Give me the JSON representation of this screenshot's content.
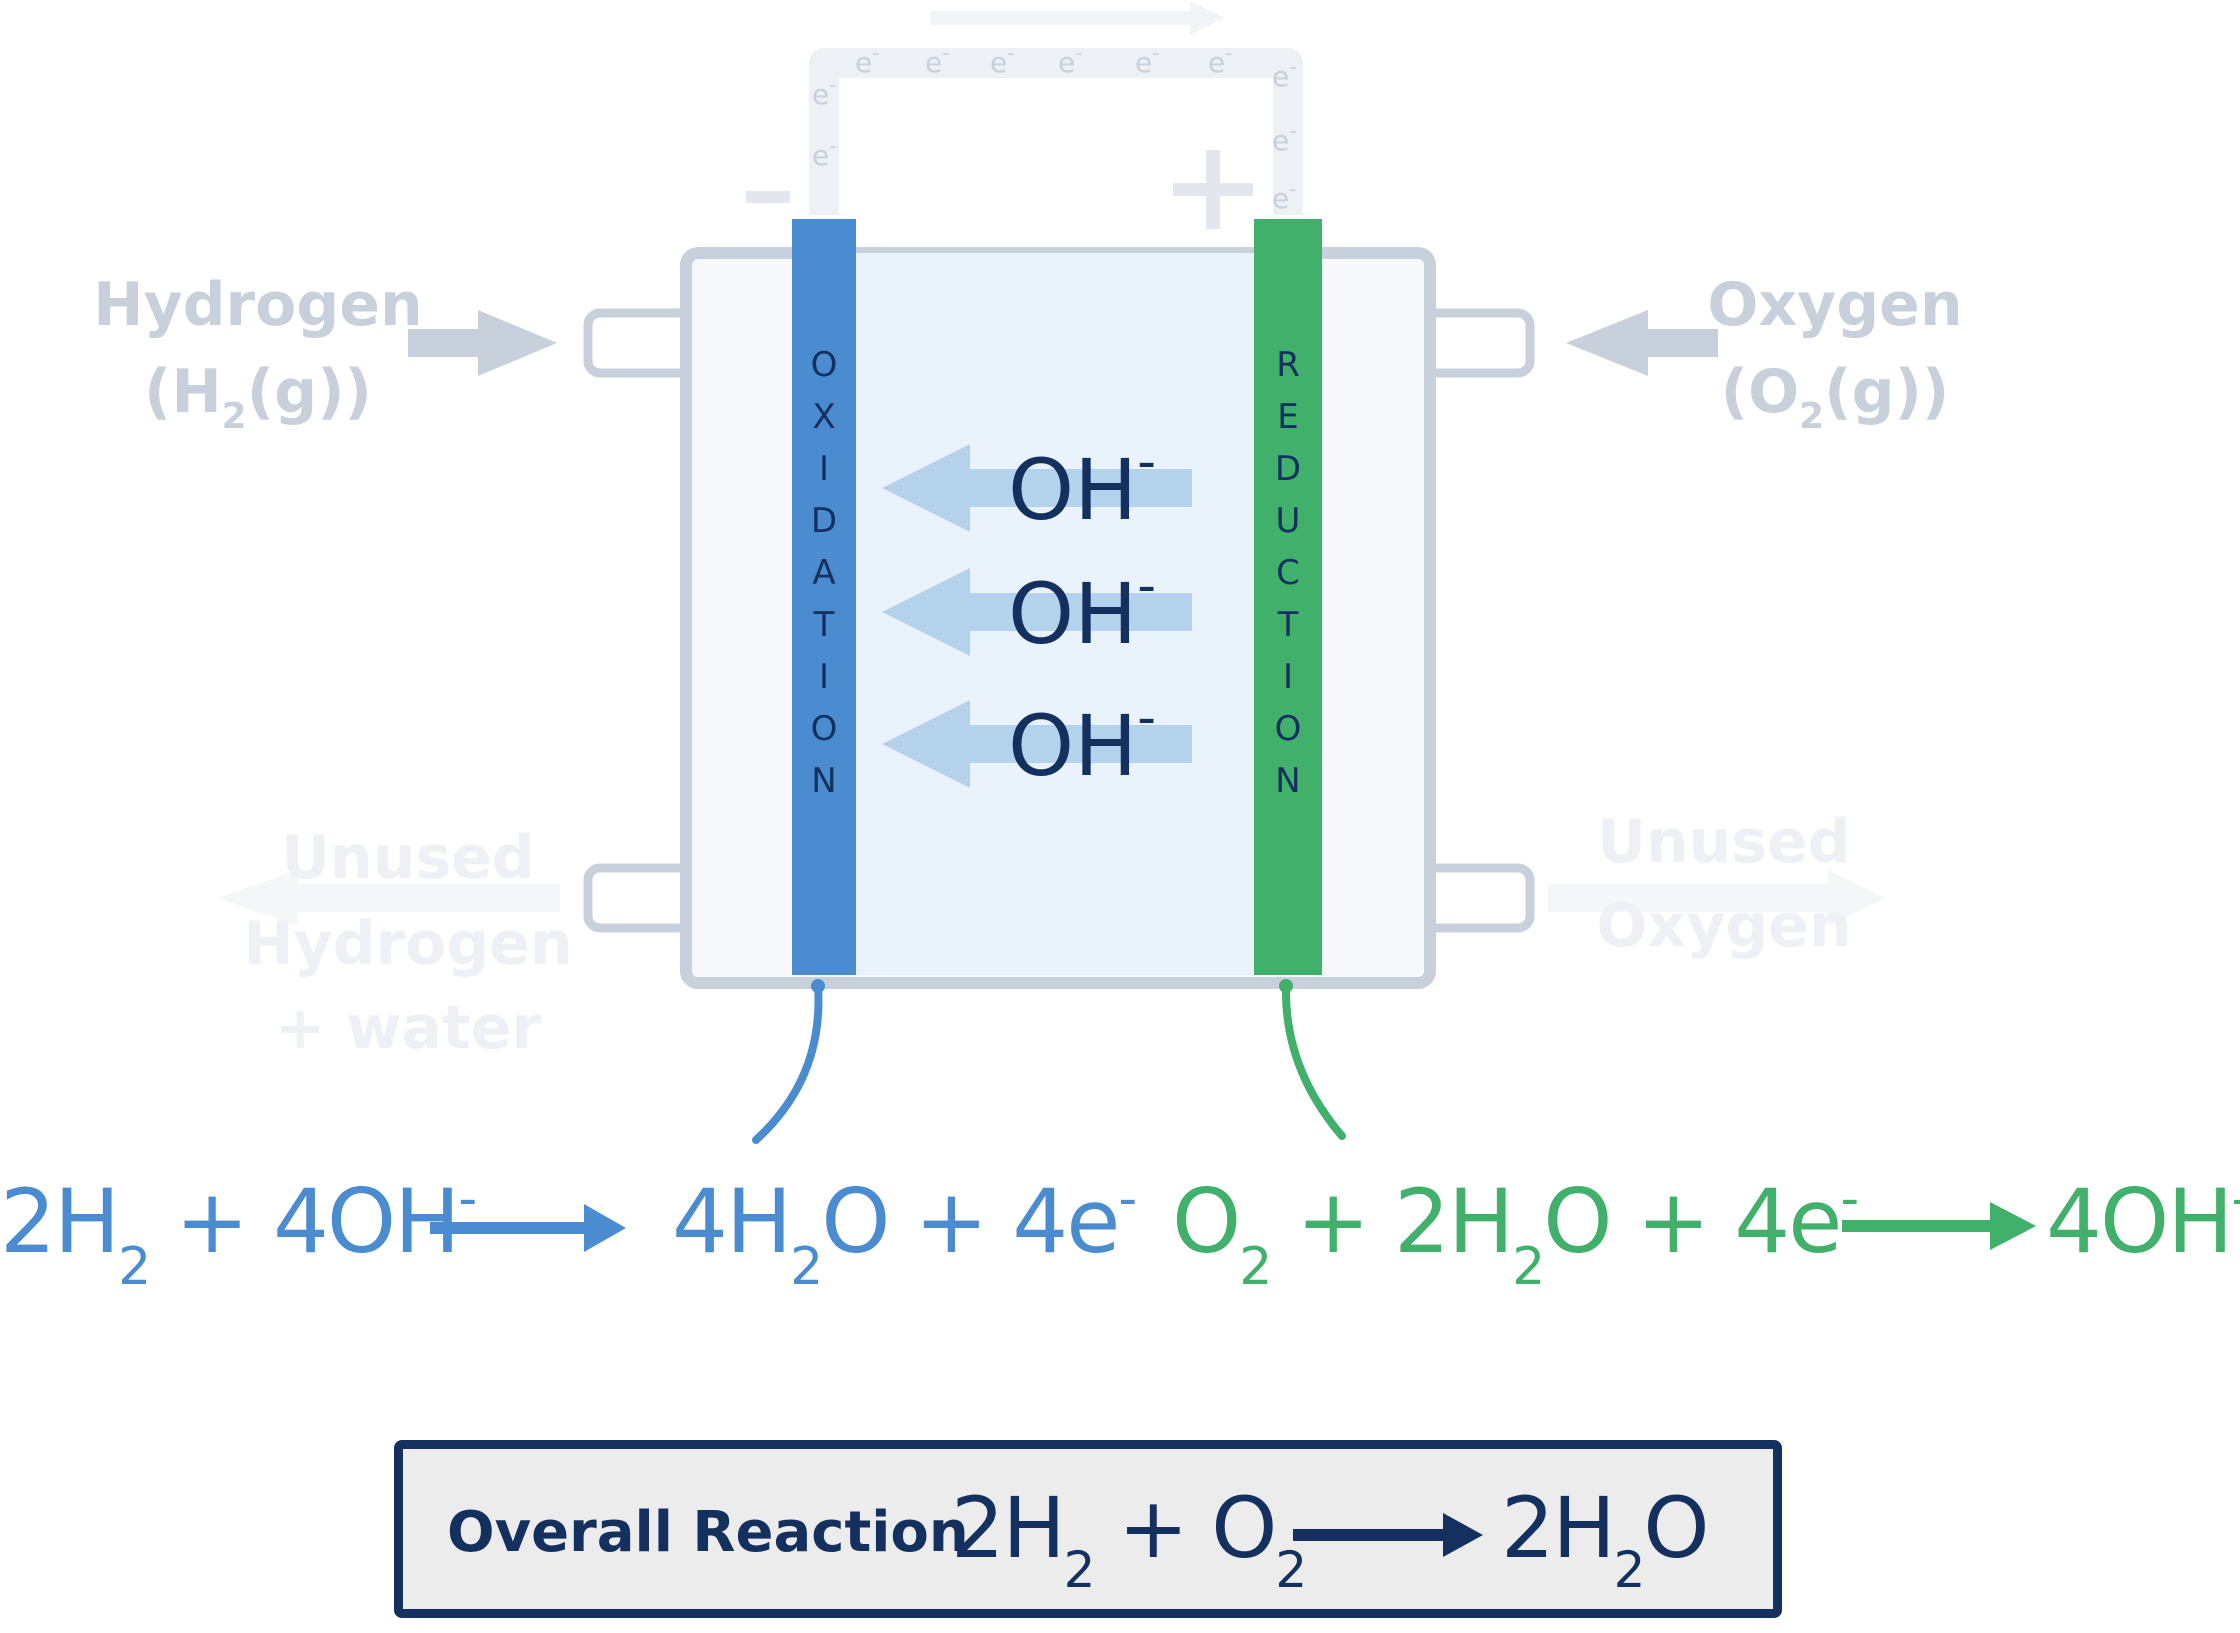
{
  "colors": {
    "oxidation": "#4a8ccf",
    "reduction": "#41b06b",
    "navy": "#14305f",
    "grey": "#c8d0dc",
    "faint": "#edf0f4",
    "electrolyte": "#eaf3fb",
    "ion_arrow": "#b5d2ec"
  },
  "icons": {
    "electron_symbol": "e",
    "electron_charge": "-"
  },
  "terminals": {
    "negative": "-",
    "positive": "+"
  },
  "inputs": {
    "hydrogen": {
      "name": "Hydrogen",
      "formula_open": "(H",
      "formula_sub": "2",
      "formula_close": "(g))"
    },
    "oxygen": {
      "name": "Oxygen",
      "formula_open": "(O",
      "formula_sub": "2",
      "formula_close": "(g))"
    }
  },
  "outputs": {
    "hydrogen": {
      "line1": "Unused",
      "line2": "Hydrogen",
      "line3": "+ water"
    },
    "oxygen": {
      "line1": "Unused",
      "line2": "Oxygen"
    }
  },
  "electrodes": {
    "anode": {
      "label": [
        "O",
        "X",
        "I",
        "D",
        "A",
        "T",
        "I",
        "O",
        "N"
      ]
    },
    "cathode": {
      "label": [
        "R",
        "E",
        "D",
        "U",
        "C",
        "T",
        "I",
        "O",
        "N"
      ]
    }
  },
  "ions": {
    "base": "OH",
    "charge": "-"
  },
  "half_equations": {
    "oxidation": {
      "c1": "2H",
      "s1": "2",
      "c2": " + 4OH",
      "sup1": "-",
      "c3": "4H",
      "s2": "2",
      "c4": "O + 4e",
      "sup2": "-"
    },
    "reduction": {
      "c1": "O",
      "s1": "2",
      "c2": " + 2H",
      "s2": "2",
      "c3": "O  +  4e",
      "sup1": "-",
      "c4": "4OH",
      "sup2": "-"
    }
  },
  "overall": {
    "label": "Overall Reaction",
    "c1": "2H",
    "s1": "2",
    "c2": " + O",
    "s2": "2",
    "c3": "2H",
    "s3": "2",
    "c4": "O"
  }
}
